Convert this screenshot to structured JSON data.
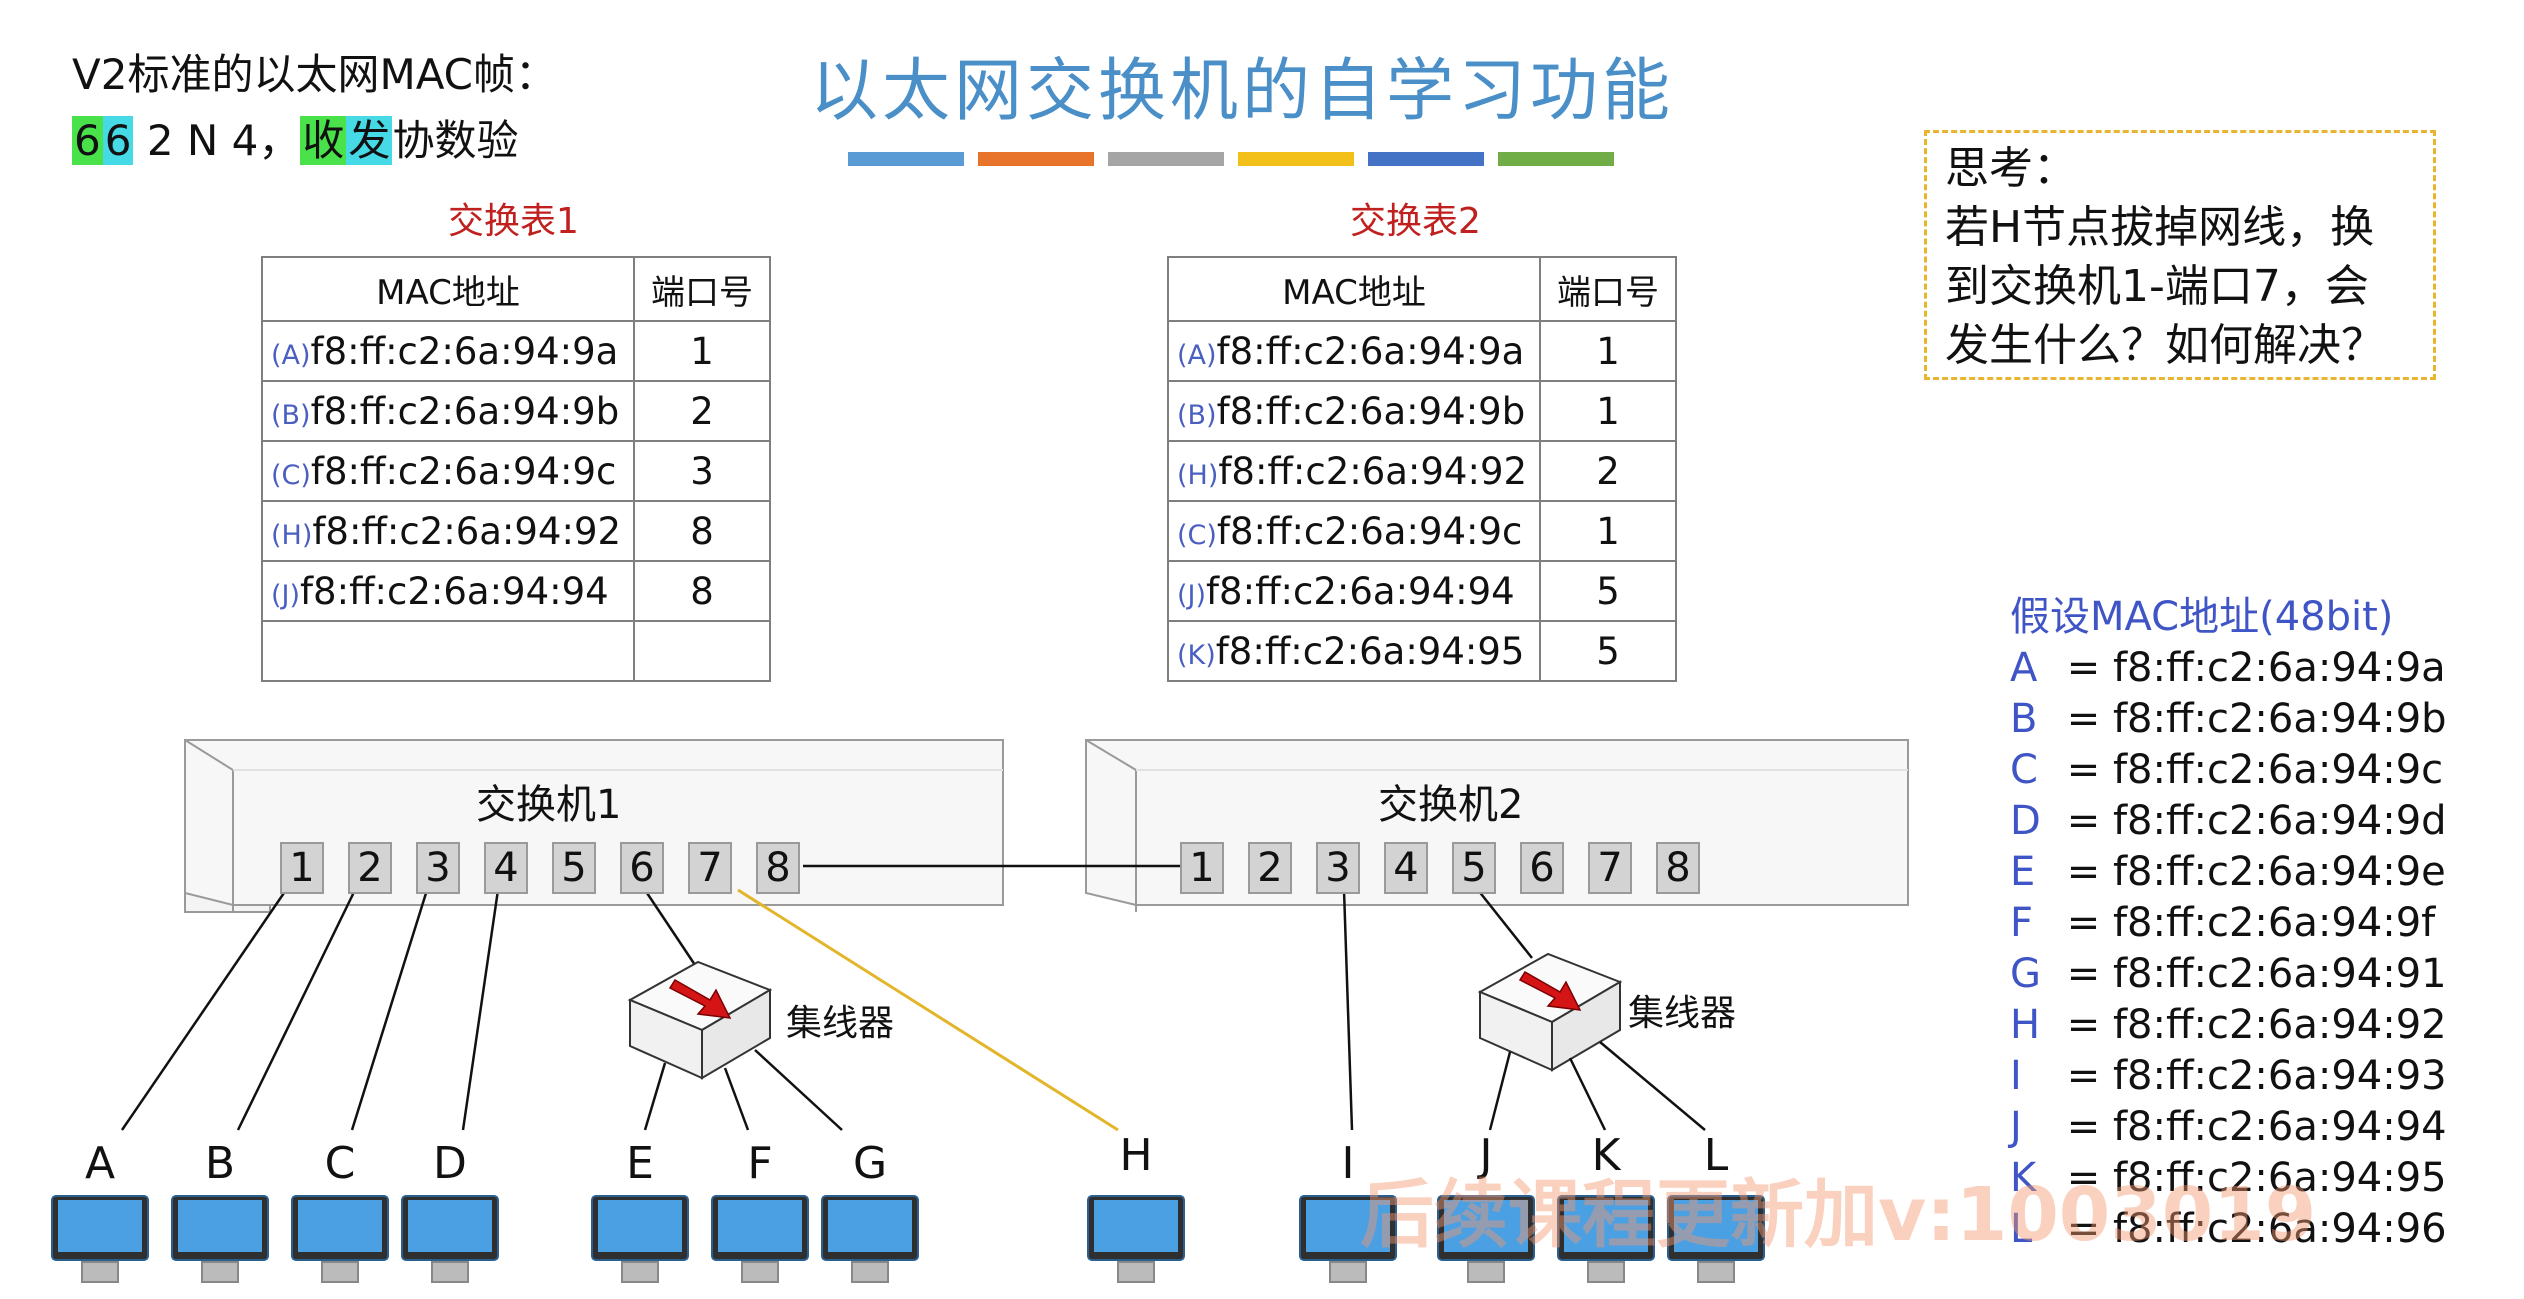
{
  "title": "以太网交换机的自学习功能",
  "frame_note": {
    "line1": "V2标准的以太网MAC帧：",
    "seq_a": "6",
    "seq_b": "6",
    "seq_rest": "2 N 4，",
    "seq_hl1": "收",
    "seq_hl2": "发",
    "seq_tail": "协数验"
  },
  "color_bars": [
    "#5b9bd5",
    "#e8732a",
    "#a5a5a5",
    "#f2c019",
    "#4472c4",
    "#70ad47"
  ],
  "table1": {
    "caption": "交换表1",
    "headers": [
      "MAC地址",
      "端口号"
    ],
    "rows": [
      {
        "tag": "(A)",
        "mac": "f8:ff:c2:6a:94:9a",
        "port": "1"
      },
      {
        "tag": "(B)",
        "mac": "f8:ff:c2:6a:94:9b",
        "port": "2"
      },
      {
        "tag": "(C)",
        "mac": "f8:ff:c2:6a:94:9c",
        "port": "3"
      },
      {
        "tag": "(H)",
        "mac": "f8:ff:c2:6a:94:92",
        "port": "8"
      },
      {
        "tag": "(J)",
        "mac": "f8:ff:c2:6a:94:94",
        "port": "8"
      },
      {
        "tag": "",
        "mac": "",
        "port": ""
      }
    ]
  },
  "table2": {
    "caption": "交换表2",
    "headers": [
      "MAC地址",
      "端口号"
    ],
    "rows": [
      {
        "tag": "(A)",
        "mac": "f8:ff:c2:6a:94:9a",
        "port": "1"
      },
      {
        "tag": "(B)",
        "mac": "f8:ff:c2:6a:94:9b",
        "port": "1"
      },
      {
        "tag": "(H)",
        "mac": "f8:ff:c2:6a:94:92",
        "port": "2"
      },
      {
        "tag": "(C)",
        "mac": "f8:ff:c2:6a:94:9c",
        "port": "1"
      },
      {
        "tag": "(J)",
        "mac": "f8:ff:c2:6a:94:94",
        "port": "5"
      },
      {
        "tag": "(K)",
        "mac": "f8:ff:c2:6a:94:95",
        "port": "5"
      }
    ]
  },
  "think": {
    "line1": "思考：",
    "line2": "若H节点拔掉网线，换",
    "line3": "到交换机1-端口7，会",
    "line4": "发生什么？如何解决？"
  },
  "mac_list": {
    "heading": "假设MAC地址(48bit)",
    "items": [
      {
        "k": "A",
        "v": "= f8:ff:c2:6a:94:9a"
      },
      {
        "k": "B",
        "v": "= f8:ff:c2:6a:94:9b"
      },
      {
        "k": "C",
        "v": "= f8:ff:c2:6a:94:9c"
      },
      {
        "k": "D",
        "v": "= f8:ff:c2:6a:94:9d"
      },
      {
        "k": "E",
        "v": "= f8:ff:c2:6a:94:9e"
      },
      {
        "k": "F",
        "v": "= f8:ff:c2:6a:94:9f"
      },
      {
        "k": "G",
        "v": "= f8:ff:c2:6a:94:91"
      },
      {
        "k": "H",
        "v": "= f8:ff:c2:6a:94:92"
      },
      {
        "k": "I",
        "v": "= f8:ff:c2:6a:94:93"
      },
      {
        "k": "J",
        "v": "= f8:ff:c2:6a:94:94"
      },
      {
        "k": "K",
        "v": "= f8:ff:c2:6a:94:95"
      },
      {
        "k": "L",
        "v": "= f8:ff:c2:6a:94:96"
      }
    ]
  },
  "switch1": {
    "label": "交换机1",
    "ports": [
      "1",
      "2",
      "3",
      "4",
      "5",
      "6",
      "7",
      "8"
    ]
  },
  "switch2": {
    "label": "交换机2",
    "ports": [
      "1",
      "2",
      "3",
      "4",
      "5",
      "6",
      "7",
      "8"
    ]
  },
  "hub_label": "集线器",
  "hosts": [
    "A",
    "B",
    "C",
    "D",
    "E",
    "F",
    "G",
    "H",
    "I",
    "J",
    "K",
    "L"
  ],
  "watermark": "后续课程更新加v:1003019"
}
